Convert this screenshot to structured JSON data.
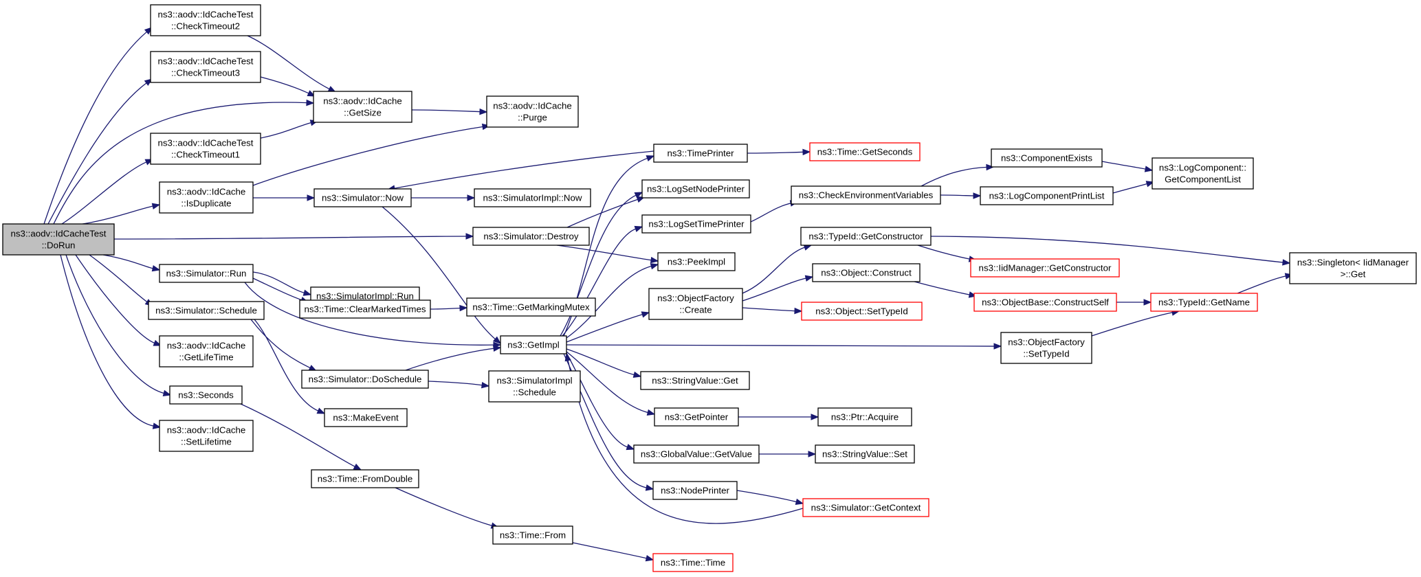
{
  "graph": {
    "colors": {
      "edge": "#191970",
      "root_fill": "#bfbfbf",
      "truncated_border": "#ff0000"
    },
    "nodes": [
      {
        "id": "n0",
        "lines": [
          "ns3::aodv::IdCacheTest",
          "::DoRun"
        ],
        "root": true
      },
      {
        "id": "n1",
        "lines": [
          "ns3::aodv::IdCacheTest",
          "::CheckTimeout2"
        ]
      },
      {
        "id": "n2",
        "lines": [
          "ns3::aodv::IdCacheTest",
          "::CheckTimeout3"
        ]
      },
      {
        "id": "n3",
        "lines": [
          "ns3::aodv::IdCacheTest",
          "::CheckTimeout1"
        ]
      },
      {
        "id": "n4",
        "lines": [
          "ns3::aodv::IdCache",
          "::IsDuplicate"
        ]
      },
      {
        "id": "n5",
        "lines": [
          "ns3::aodv::IdCache",
          "::GetSize"
        ]
      },
      {
        "id": "n6",
        "lines": [
          "ns3::aodv::IdCache",
          "::Purge"
        ]
      },
      {
        "id": "n7",
        "lines": [
          "ns3::Simulator::Run"
        ]
      },
      {
        "id": "n8",
        "lines": [
          "ns3::Simulator::Schedule"
        ]
      },
      {
        "id": "n9",
        "lines": [
          "ns3::aodv::IdCache",
          "::GetLifeTime"
        ]
      },
      {
        "id": "n10",
        "lines": [
          "ns3::Seconds"
        ]
      },
      {
        "id": "n11",
        "lines": [
          "ns3::aodv::IdCache",
          "::SetLifetime"
        ]
      },
      {
        "id": "n12",
        "lines": [
          "ns3::Simulator::Now"
        ]
      },
      {
        "id": "n13",
        "lines": [
          "ns3::SimulatorImpl::Now"
        ]
      },
      {
        "id": "n14",
        "lines": [
          "ns3::Simulator::Destroy"
        ]
      },
      {
        "id": "n15",
        "lines": [
          "ns3::SimulatorImpl::Run"
        ]
      },
      {
        "id": "n16",
        "lines": [
          "ns3::Time::ClearMarkedTimes"
        ]
      },
      {
        "id": "n17",
        "lines": [
          "ns3::Time::GetMarkingMutex"
        ]
      },
      {
        "id": "n18",
        "lines": [
          "ns3::Simulator::DoSchedule"
        ]
      },
      {
        "id": "n19",
        "lines": [
          "ns3::SimulatorImpl",
          "::Schedule"
        ]
      },
      {
        "id": "n20",
        "lines": [
          "ns3::MakeEvent"
        ]
      },
      {
        "id": "n21",
        "lines": [
          "ns3::Time::FromDouble"
        ]
      },
      {
        "id": "n22",
        "lines": [
          "ns3::Time::From"
        ]
      },
      {
        "id": "n23",
        "lines": [
          "ns3::Time::Time"
        ],
        "truncated": true
      },
      {
        "id": "n24",
        "lines": [
          "ns3::GetImpl"
        ]
      },
      {
        "id": "n25",
        "lines": [
          "ns3::TimePrinter"
        ]
      },
      {
        "id": "n26",
        "lines": [
          "ns3::Time::GetSeconds"
        ],
        "truncated": true
      },
      {
        "id": "n27",
        "lines": [
          "ns3::LogSetNodePrinter"
        ]
      },
      {
        "id": "n28",
        "lines": [
          "ns3::LogSetTimePrinter"
        ]
      },
      {
        "id": "n29",
        "lines": [
          "ns3::PeekImpl"
        ]
      },
      {
        "id": "n30",
        "lines": [
          "ns3::ObjectFactory",
          "::Create"
        ]
      },
      {
        "id": "n31",
        "lines": [
          "ns3::StringValue::Get"
        ]
      },
      {
        "id": "n32",
        "lines": [
          "ns3::GetPointer"
        ]
      },
      {
        "id": "n33",
        "lines": [
          "ns3::GlobalValue::GetValue"
        ]
      },
      {
        "id": "n34",
        "lines": [
          "ns3::NodePrinter"
        ]
      },
      {
        "id": "n35",
        "lines": [
          "ns3::CheckEnvironmentVariables"
        ]
      },
      {
        "id": "n36",
        "lines": [
          "ns3::ComponentExists"
        ]
      },
      {
        "id": "n37",
        "lines": [
          "ns3::LogComponentPrintList"
        ]
      },
      {
        "id": "n38",
        "lines": [
          "ns3::LogComponent::",
          "GetComponentList"
        ]
      },
      {
        "id": "n39",
        "lines": [
          "ns3::TypeId::GetConstructor"
        ]
      },
      {
        "id": "n40",
        "lines": [
          "ns3::IidManager::GetConstructor"
        ],
        "truncated": true
      },
      {
        "id": "n41",
        "lines": [
          "ns3::Object::Construct"
        ]
      },
      {
        "id": "n42",
        "lines": [
          "ns3::ObjectBase::ConstructSelf"
        ],
        "truncated": true
      },
      {
        "id": "n43",
        "lines": [
          "ns3::Object::SetTypeId"
        ],
        "truncated": true
      },
      {
        "id": "n44",
        "lines": [
          "ns3::TypeId::GetName"
        ],
        "truncated": true
      },
      {
        "id": "n45",
        "lines": [
          "ns3::Singleton< IidManager",
          " >::Get"
        ]
      },
      {
        "id": "n46",
        "lines": [
          "ns3::ObjectFactory",
          "::SetTypeId"
        ]
      },
      {
        "id": "n47",
        "lines": [
          "ns3::Ptr::Acquire"
        ]
      },
      {
        "id": "n48",
        "lines": [
          "ns3::StringValue::Set"
        ]
      },
      {
        "id": "n49",
        "lines": [
          "ns3::Simulator::GetContext"
        ],
        "truncated": true
      }
    ],
    "edges": [
      {
        "from": "n0",
        "to": "n1"
      },
      {
        "from": "n0",
        "to": "n2"
      },
      {
        "from": "n0",
        "to": "n5"
      },
      {
        "from": "n0",
        "to": "n3"
      },
      {
        "from": "n0",
        "to": "n4"
      },
      {
        "from": "n0",
        "to": "n14"
      },
      {
        "from": "n0",
        "to": "n7"
      },
      {
        "from": "n0",
        "to": "n8"
      },
      {
        "from": "n0",
        "to": "n9"
      },
      {
        "from": "n0",
        "to": "n10"
      },
      {
        "from": "n0",
        "to": "n11"
      },
      {
        "from": "n1",
        "to": "n5"
      },
      {
        "from": "n2",
        "to": "n5"
      },
      {
        "from": "n3",
        "to": "n5"
      },
      {
        "from": "n5",
        "to": "n6"
      },
      {
        "from": "n4",
        "to": "n6"
      },
      {
        "from": "n4",
        "to": "n12"
      },
      {
        "from": "n12",
        "to": "n13"
      },
      {
        "from": "n12",
        "to": "n24"
      },
      {
        "from": "n7",
        "to": "n15"
      },
      {
        "from": "n7",
        "to": "n16"
      },
      {
        "from": "n7",
        "to": "n24"
      },
      {
        "from": "n16",
        "to": "n17"
      },
      {
        "from": "n8",
        "to": "n18"
      },
      {
        "from": "n8",
        "to": "n20"
      },
      {
        "from": "n18",
        "to": "n19"
      },
      {
        "from": "n18",
        "to": "n24"
      },
      {
        "from": "n10",
        "to": "n21"
      },
      {
        "from": "n21",
        "to": "n22"
      },
      {
        "from": "n22",
        "to": "n23"
      },
      {
        "from": "n14",
        "to": "n27"
      },
      {
        "from": "n14",
        "to": "n29"
      },
      {
        "from": "n25",
        "to": "n12"
      },
      {
        "from": "n25",
        "to": "n26"
      },
      {
        "from": "n24",
        "to": "n25"
      },
      {
        "from": "n24",
        "to": "n27"
      },
      {
        "from": "n24",
        "to": "n28"
      },
      {
        "from": "n24",
        "to": "n29"
      },
      {
        "from": "n24",
        "to": "n30"
      },
      {
        "from": "n24",
        "to": "n46"
      },
      {
        "from": "n24",
        "to": "n31"
      },
      {
        "from": "n24",
        "to": "n32"
      },
      {
        "from": "n24",
        "to": "n33"
      },
      {
        "from": "n24",
        "to": "n34"
      },
      {
        "from": "n49",
        "to": "n24"
      },
      {
        "from": "n28",
        "to": "n35"
      },
      {
        "from": "n35",
        "to": "n36"
      },
      {
        "from": "n35",
        "to": "n37"
      },
      {
        "from": "n36",
        "to": "n38"
      },
      {
        "from": "n37",
        "to": "n38"
      },
      {
        "from": "n30",
        "to": "n39"
      },
      {
        "from": "n30",
        "to": "n41"
      },
      {
        "from": "n30",
        "to": "n43"
      },
      {
        "from": "n39",
        "to": "n40"
      },
      {
        "from": "n39",
        "to": "n45"
      },
      {
        "from": "n41",
        "to": "n42"
      },
      {
        "from": "n42",
        "to": "n44"
      },
      {
        "from": "n44",
        "to": "n45"
      },
      {
        "from": "n46",
        "to": "n44"
      },
      {
        "from": "n32",
        "to": "n47"
      },
      {
        "from": "n33",
        "to": "n48"
      },
      {
        "from": "n34",
        "to": "n49"
      }
    ]
  }
}
